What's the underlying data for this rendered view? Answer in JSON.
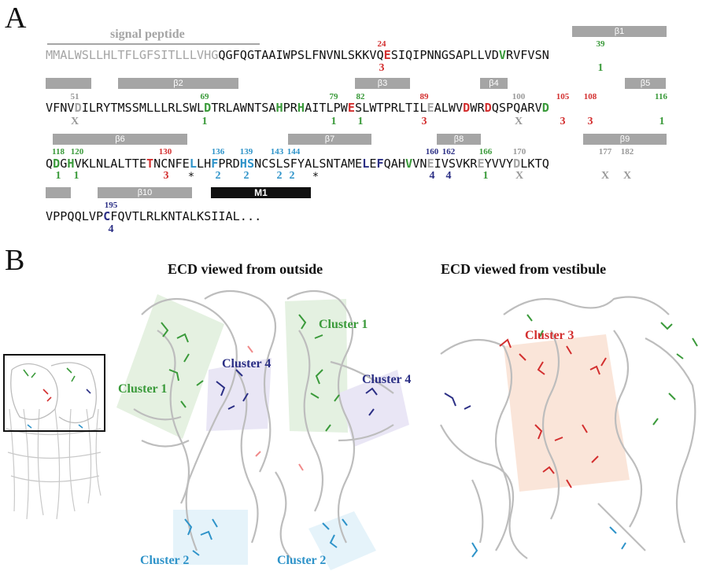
{
  "panel_a": {
    "letter": "A",
    "signal_label": "signal peptide",
    "rows": [
      "MMALWSLLHLTFLGFSITLLLVHGQGFQGTAAIWPSLFNVNLSKKVQESIQIPNNGSAPLLVDVRVFVSN",
      "VFNVDILRYTMSSMLLLRLSWLDTRLAWNTSAHPRHAITLPWESLWTPRLTILEALWVDWRDQSPQARVD",
      "QDGHVKLNLALTTETNCNFELLHFPRDHSNCSLSFYALSNTAMELEFQAHVVNEIVSVKREYVVYDLKTQ",
      "VPPQQLVPCFQVTLRLKNTALKSIIAL..."
    ],
    "bars": {
      "b1": "β1",
      "b2": "β2",
      "b3": "β3",
      "b4": "β4",
      "b5": "β5",
      "b6": "β6",
      "b7": "β7",
      "b8": "β8",
      "b9": "β9",
      "b10": "β10",
      "m1": "M1"
    },
    "numbers": {
      "n24": "24",
      "n39": "39",
      "n51": "51",
      "n69": "69",
      "n79": "79",
      "n82": "82",
      "n89": "89",
      "n100": "100",
      "n105": "105",
      "n108": "108",
      "n116": "116",
      "n118": "118",
      "n120": "120",
      "n130": "130",
      "n136": "136",
      "n139": "139",
      "n143": "143",
      "n144": "144",
      "n160": "160",
      "n162": "162",
      "n166": "166",
      "n170": "170",
      "n177": "177",
      "n182": "182",
      "n195": "195"
    },
    "cluster_marks": {
      "one": "1",
      "two": "2",
      "three": "3",
      "four": "4",
      "x": "X"
    },
    "star": "*"
  },
  "panel_b": {
    "letter": "B",
    "title_outside": "ECD viewed from outside",
    "title_vestibule": "ECD viewed from vestibule",
    "labels": {
      "cluster1": "Cluster 1",
      "cluster2": "Cluster 2",
      "cluster3": "Cluster 3",
      "cluster4": "Cluster 4"
    }
  },
  "colors": {
    "cluster1": "#3a9a3a",
    "cluster2": "#2e93c9",
    "cluster3": "#d32f2f",
    "cluster4": "#2b2f85",
    "excluded": "#a5a5a5"
  }
}
